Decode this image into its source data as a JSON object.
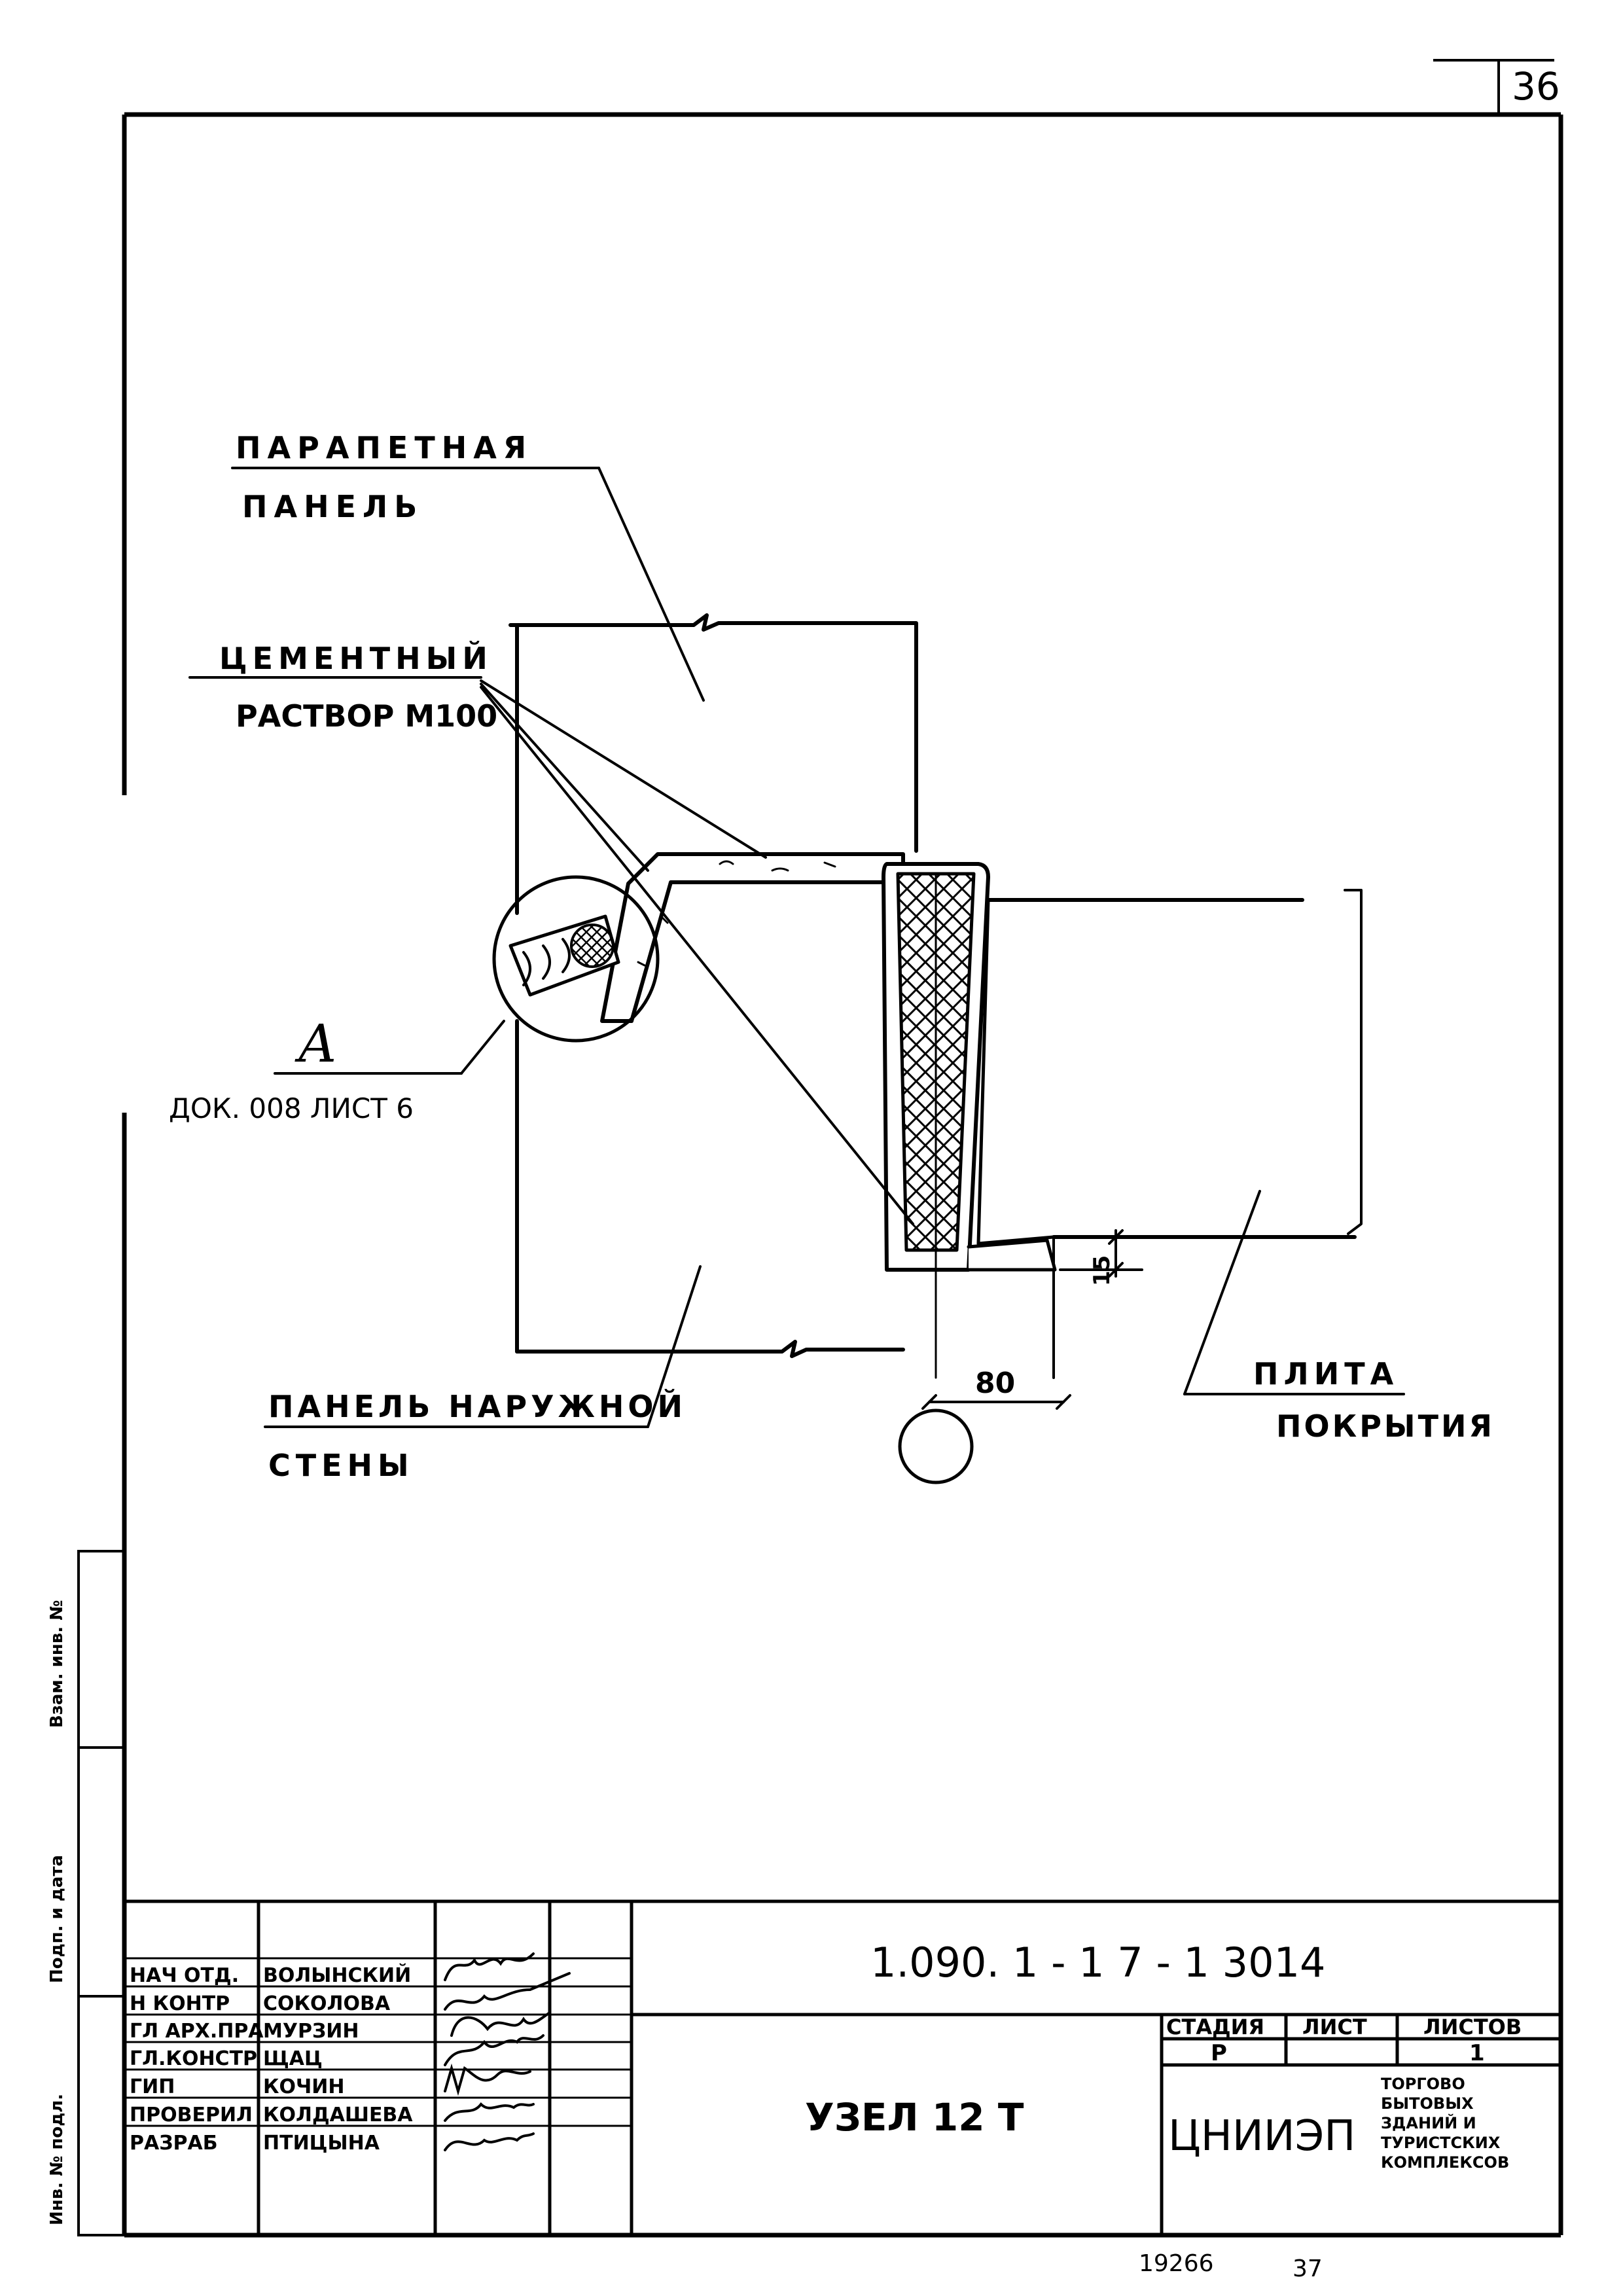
{
  "sheet_number": "36",
  "labels": {
    "parapet_line1": "ПАРАПЕТНАЯ",
    "parapet_line2": "ПАНЕЛЬ",
    "cement_line1": "ЦЕМЕНТНЫЙ",
    "cement_line2": "РАСТВОР М100",
    "detail_letter": "А",
    "detail_ref": "ДОК. 008 ЛИСТ 6",
    "wall_line1": "ПАНЕЛЬ НАРУЖНОЙ",
    "wall_line2": "СТЕНЫ",
    "slab_line1": "ПЛИТА",
    "slab_line2": "ПОКРЫТИЯ"
  },
  "dimensions": {
    "width": "80",
    "height": "15"
  },
  "side_stamp": [
    "Инв. № подл.",
    "Подп. и дата",
    "Взам. инв. №"
  ],
  "title_block": {
    "doc_code": "1.090. 1 - 1 7 - 1 3014",
    "title": "УЗЕЛ 12 Т",
    "stage_header": "СТАДИЯ",
    "sheet_header": "ЛИСТ",
    "sheets_header": "ЛИСТОВ",
    "stage": "Р",
    "sheet": "",
    "sheets": "1",
    "org": "ЦНИИЭП",
    "org_desc": [
      "ТОРГОВО",
      "БЫТОВЫХ",
      "ЗДАНИЙ И",
      "ТУРИСТСКИХ",
      "КОМПЛЕКСОВ"
    ],
    "roles": [
      {
        "role": "НАЧ ОТД.",
        "name": "ВОЛЫНСКИЙ"
      },
      {
        "role": "Н КОНТР",
        "name": "СОКОЛОВА"
      },
      {
        "role": "ГЛ АРХ.ПРА",
        "name": "МУРЗИН"
      },
      {
        "role": "ГЛ.КОНСТР",
        "name": "ЩАЦ"
      },
      {
        "role": "ГИП",
        "name": "КОЧИН"
      },
      {
        "role": "ПРОВЕРИЛ",
        "name": "КОЛДАШЕВА"
      },
      {
        "role": "РАЗРАБ",
        "name": "ПТИЦЫНА"
      }
    ]
  },
  "footer_numbers": {
    "left": "19266",
    "right": "37"
  }
}
